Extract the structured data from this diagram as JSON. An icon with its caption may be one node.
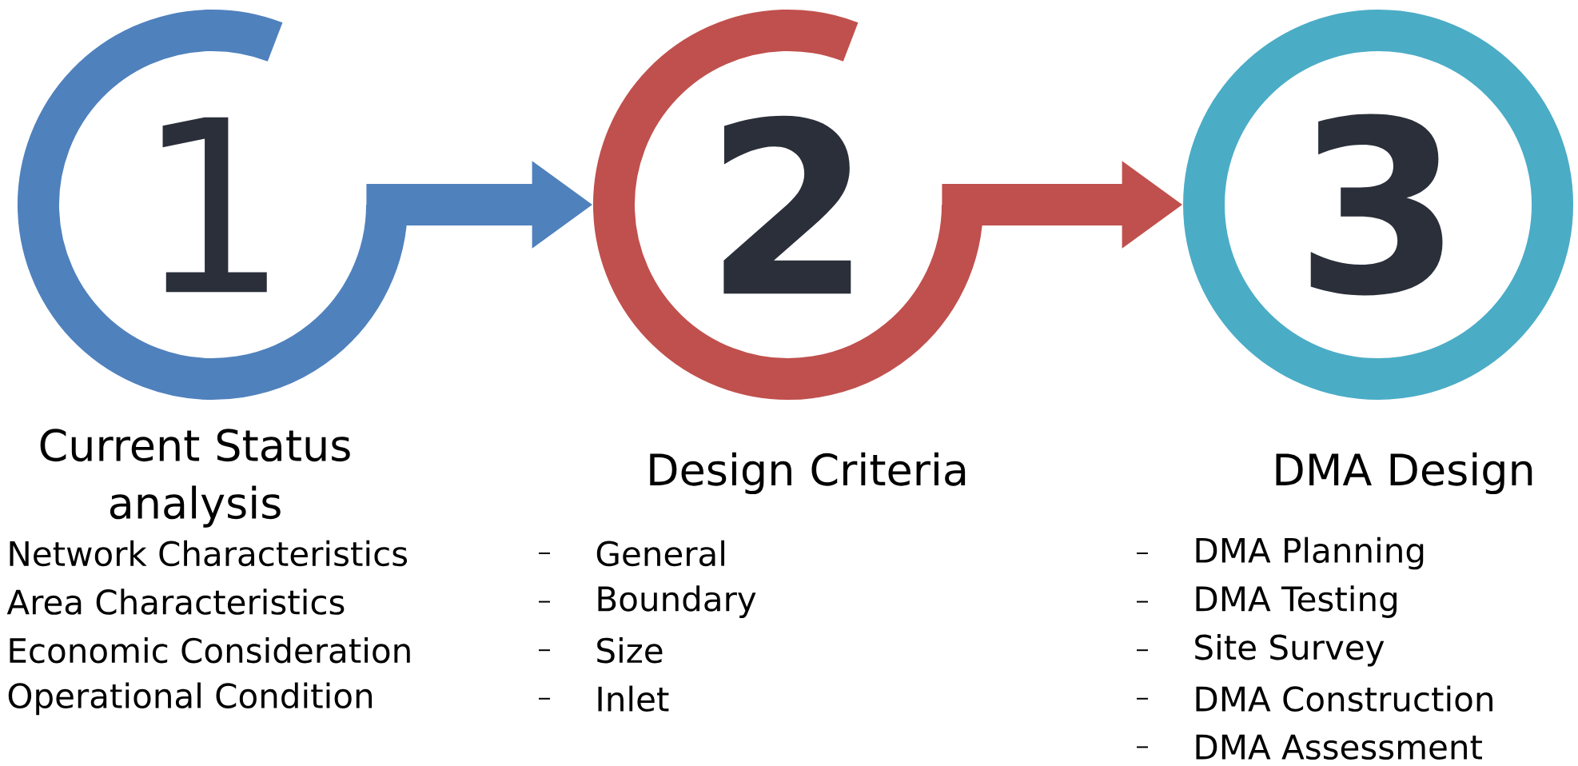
{
  "diagram": {
    "nodes": [
      {
        "text": [
          "1"
        ],
        "beside": [
          "Current Status analysis",
          "Network Characteristics",
          "Area Characteristics",
          "Economic Consideration",
          "Operational Condition"
        ]
      },
      {
        "text": [
          "2"
        ],
        "beside": [
          "Design Criteria",
          "General",
          "Boundary",
          "Size",
          "Inlet"
        ]
      },
      {
        "text": [
          "3"
        ],
        "beside": [
          "DMA Design",
          "DMA Planning",
          "DMA Testing",
          "Site Survey",
          "DMA Construction",
          "DMA Assessment"
        ]
      }
    ],
    "edges": [
      {
        "from": 0,
        "to": 1,
        "arrow": "to",
        "color": "#4f81bd"
      },
      {
        "from": 1,
        "to": 2,
        "arrow": "to",
        "color": "#c0504d"
      }
    ]
  }
}
